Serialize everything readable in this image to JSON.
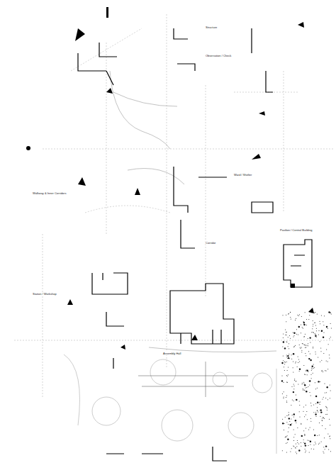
{
  "diagram": {
    "labels": [
      "Structure",
      "Observation / Check",
      "Ward / Shelter",
      "Walkway & Inner Corridors",
      "Station / Workshop",
      "Corridor",
      "Pavilion / Central Building",
      "Assembly Hall"
    ]
  }
}
